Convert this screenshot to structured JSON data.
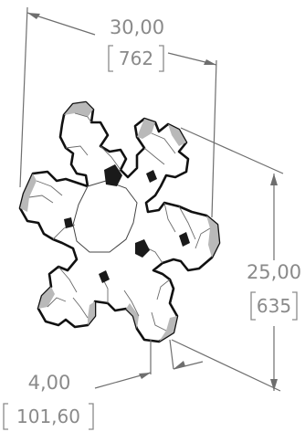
{
  "dimensions": {
    "width": {
      "primary": "30,00",
      "secondary": "762"
    },
    "height": {
      "primary": "25,00",
      "secondary": "635"
    },
    "thickness": {
      "primary": "4,00",
      "secondary": "101,60"
    }
  },
  "colors": {
    "dimension_text": "#8a8a8a",
    "dimension_line": "#6e6e6e",
    "outline": "#111111",
    "background": "#ffffff"
  }
}
